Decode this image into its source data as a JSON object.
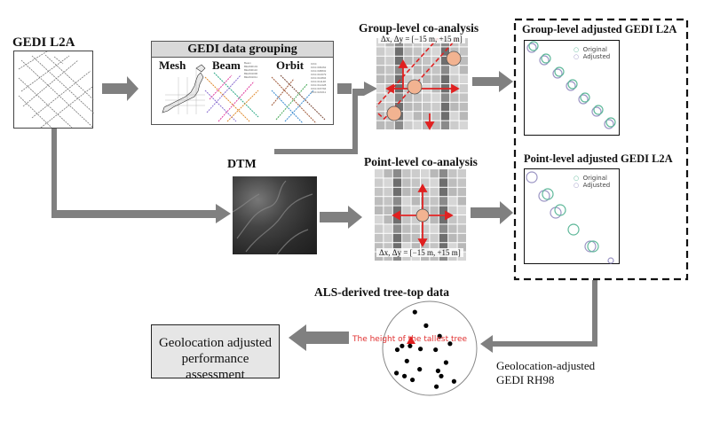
{
  "inputs": {
    "gedi_l2a_title": "GEDI L2A",
    "dtm_title": "DTM"
  },
  "grouping": {
    "header": "GEDI data grouping",
    "panels": [
      {
        "title": "Mesh"
      },
      {
        "title": "Beam",
        "legend_title": "Beam",
        "legend": [
          "BEAM0101",
          "BEAM0110",
          "BEAM1000",
          "BEAM1011"
        ]
      },
      {
        "title": "Orbit",
        "legend_title": "Orbit",
        "legend": [
          "Orbit 006262",
          "Orbit 008832",
          "Orbit 010079",
          "Orbit 010804",
          "Orbit 011148",
          "Orbit 012428",
          "Orbit 015794",
          "Orbit 021011"
        ]
      }
    ]
  },
  "coanalysis": {
    "group_title": "Group-level co-analysis",
    "point_title": "Point-level co-analysis",
    "shift_range_label": "Δx, Δy  = [−15 m, +15 m]"
  },
  "outputs": {
    "group_title": "Group-level adjusted GEDI L2A",
    "point_title": "Point-level adjusted GEDI L2A",
    "legend": [
      "Original",
      "Adjusted"
    ],
    "colors": {
      "original": "#5fb89a",
      "adjusted": "#9b95c4"
    }
  },
  "validation": {
    "tree_title": "ALS-derived tree-top data",
    "tallest_tree_label": "The height of the tallest tree",
    "rh98_caption_line1": "Geolocation-adjusted",
    "rh98_caption_line2": "GEDI RH98",
    "assessment_line1": "Geolocation adjusted",
    "assessment_line2": "performance assessment"
  },
  "colors": {
    "arrow": "#808080",
    "highlight": "#e02020",
    "footprint": "#f2b391"
  }
}
